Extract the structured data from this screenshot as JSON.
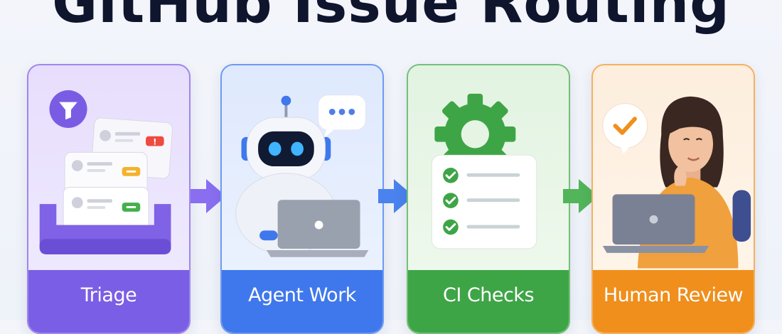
{
  "title": "GitHub Issue Routing",
  "stages": [
    {
      "label": "Triage",
      "color": "#7b5ee6"
    },
    {
      "label": "Agent Work",
      "color": "#3f78ec"
    },
    {
      "label": "CI Checks",
      "color": "#3ea547"
    },
    {
      "label": "Human Review",
      "color": "#f08f1b"
    }
  ],
  "icons": {
    "triage": [
      "funnel-icon",
      "issue-card-icon",
      "exclamation-icon",
      "inbox-tray-icon"
    ],
    "agent": [
      "robot-icon",
      "speech-bubble-icon",
      "laptop-icon"
    ],
    "ci": [
      "gear-icon",
      "checklist-icon",
      "check-icon"
    ],
    "human": [
      "person-icon",
      "checkmark-bubble-icon",
      "laptop-icon"
    ]
  }
}
